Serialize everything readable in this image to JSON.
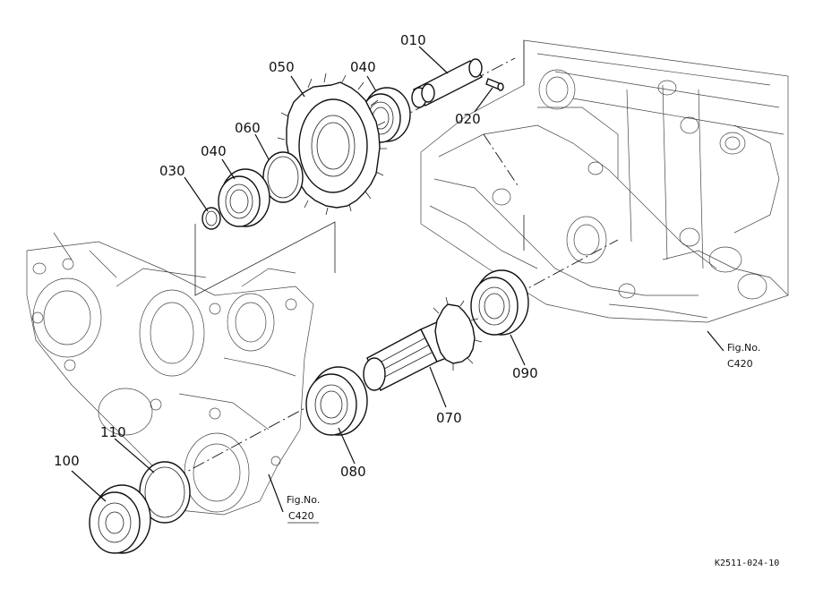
{
  "diagram": {
    "part_labels": [
      "010",
      "020",
      "030",
      "040",
      "050",
      "060",
      "040",
      "070",
      "080",
      "090",
      "100",
      "110"
    ],
    "fig_refs": [
      {
        "prefix": "Fig.No.",
        "code": "C420"
      },
      {
        "prefix": "Fig.No.",
        "code": "C420"
      }
    ],
    "drawing_code": "K2511-024-10"
  }
}
